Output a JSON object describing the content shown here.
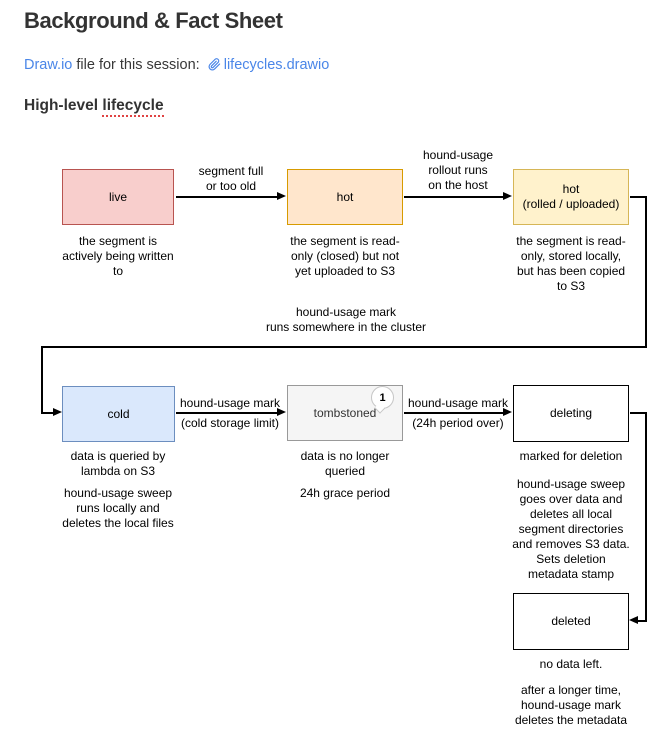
{
  "page": {
    "title": "Background & Fact Sheet",
    "intro": {
      "drawio_link": "Draw.io",
      "middle_text": " file for this session: ",
      "attachment_icon": "paperclip-icon",
      "attachment_name": "lifecycles.drawio"
    },
    "section_heading": {
      "prefix": "High-level ",
      "underlined_word": "lifecycle"
    }
  },
  "colors": {
    "link_blue": "#4a86e8",
    "heading_text": "#333333",
    "squiggle_red": "#e04343",
    "node_live": {
      "fill": "#f8cecc",
      "stroke": "#b85450"
    },
    "node_hot": {
      "fill": "#ffe6cc",
      "stroke": "#d79b00"
    },
    "node_hot_rolled": {
      "fill": "#fff2cc",
      "stroke": "#d6b656"
    },
    "node_cold": {
      "fill": "#dae8fc",
      "stroke": "#6c8ebf"
    },
    "node_tombstoned": {
      "fill": "#f5f5f5",
      "stroke": "#999999"
    },
    "node_plain": {
      "fill": "#ffffff",
      "stroke": "#000000"
    }
  },
  "diagram": {
    "nodes": [
      {
        "id": "live",
        "label": "live",
        "caption": "the segment is\nactively being written\nto"
      },
      {
        "id": "hot",
        "label": "hot",
        "caption": "the segment is read-\nonly (closed) but not\nyet uploaded to S3"
      },
      {
        "id": "hot-rolled",
        "label": "hot\n(rolled / uploaded)",
        "caption": "the segment is read-\nonly, stored locally,\nbut has been copied\nto S3"
      },
      {
        "id": "cold",
        "label": "cold",
        "caption": "data is queried by\nlambda on S3",
        "caption2": "hound-usage sweep\nruns locally and\ndeletes the local files"
      },
      {
        "id": "tombstoned",
        "label": "tombstoned",
        "caption": "data is no longer\nqueried",
        "caption2": "24h grace period"
      },
      {
        "id": "deleting",
        "label": "deleting",
        "caption": "marked for deletion",
        "caption2": "hound-usage sweep\ngoes over data and\ndeletes all local\nsegment directories\nand removes S3 data.\nSets deletion\nmetadata stamp"
      },
      {
        "id": "deleted",
        "label": "deleted",
        "caption": "no data left.",
        "caption2": "after a longer time,\nhound-usage mark\ndeletes the metadata"
      }
    ],
    "edges": [
      {
        "from": "live",
        "to": "hot",
        "label": "segment full\nor too old"
      },
      {
        "from": "hot",
        "to": "hot-rolled",
        "label": "hound-usage\nrollout runs\non the host"
      },
      {
        "from": "hot-rolled",
        "to": "cold",
        "label": "hound-usage mark\nruns somewhere in the cluster"
      },
      {
        "from": "cold",
        "to": "tombstoned",
        "label": "hound-usage mark",
        "sublabel": "(cold storage limit)"
      },
      {
        "from": "tombstoned",
        "to": "deleting",
        "label": "hound-usage mark",
        "sublabel": "(24h period over)"
      },
      {
        "from": "deleting",
        "to": "deleted",
        "label": ""
      }
    ],
    "comment_badge": {
      "count": "1",
      "icon": "comment-bubble-icon"
    }
  }
}
